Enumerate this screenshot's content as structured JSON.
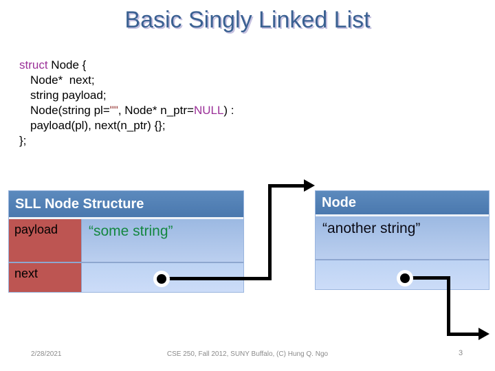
{
  "slide": {
    "title": "Basic Singly Linked List",
    "page_number": "3",
    "footer": {
      "date": "2/28/2021",
      "credit": "CSE 250, Fall 2012, SUNY Buffalo, (C) Hung Q. Ngo"
    }
  },
  "code": {
    "lines": [
      {
        "indent": 0,
        "segments": [
          {
            "text": "struct",
            "style": "keyword"
          },
          {
            "text": " Node {",
            "style": "plain"
          }
        ]
      },
      {
        "indent": 1,
        "segments": [
          {
            "text": "Node*  next;",
            "style": "plain"
          }
        ]
      },
      {
        "indent": 1,
        "segments": [
          {
            "text": "string payload;",
            "style": "plain"
          }
        ]
      },
      {
        "indent": 1,
        "segments": [
          {
            "text": "Node(string pl=",
            "style": "plain"
          },
          {
            "text": "\"\"",
            "style": "string"
          },
          {
            "text": ", Node* n_ptr=",
            "style": "plain"
          },
          {
            "text": "NULL",
            "style": "keyword"
          },
          {
            "text": ") :",
            "style": "plain"
          }
        ]
      },
      {
        "indent": 1,
        "segments": [
          {
            "text": "payload(pl), next(n_ptr) {};",
            "style": "plain"
          }
        ]
      },
      {
        "indent": 0,
        "segments": [
          {
            "text": "};",
            "style": "plain"
          }
        ]
      }
    ]
  },
  "left_table": {
    "header": "SLL Node Structure",
    "rows": [
      {
        "label": "payload",
        "value": "“some string”"
      },
      {
        "label": "next",
        "value": ""
      }
    ]
  },
  "right_table": {
    "header": "Node",
    "rows": [
      {
        "value": "“another string”"
      },
      {
        "value": ""
      }
    ]
  },
  "colors": {
    "header_blue": "#4f81bd",
    "label_red": "#bd5552",
    "value_blue": "#a9c4e8",
    "value_blue_light": "#c5d8f5",
    "string_green": "#148740",
    "keyword_purple": "#9b3098",
    "string_literal_red": "#963634",
    "title_blue": "#3b6192",
    "connector_black": "#000000"
  }
}
